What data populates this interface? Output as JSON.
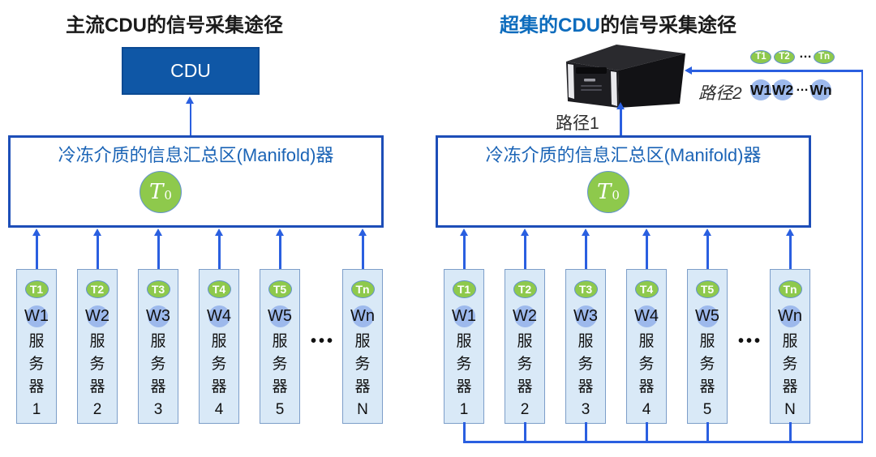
{
  "colors": {
    "line_blue": "#2a5fe0",
    "box_border_blue": "#1d4eb8",
    "cdu_fill": "#0f57a6",
    "cdu_border": "#0b4a93",
    "manifold_text_blue": "#1b64b6",
    "title_highlight_blue": "#0d6cbd",
    "sensor_green": "#8ec94c",
    "sensor_green_border": "#6393cc",
    "w_badge_blue": "#9db9ec",
    "column_fill": "#d9e9f7",
    "column_border": "#7d9ec9",
    "text_dark": "#1a1a1a"
  },
  "left": {
    "title": "主流CDU的信号采集途径",
    "cdu_label": "CDU",
    "manifold_label": "冷冻介质的信息汇总区(Manifold)器",
    "t0_base": "T",
    "t0_sub": "0",
    "ellipsis": "•••",
    "servers": [
      {
        "t": "T1",
        "w": "W1",
        "name": "服务器1"
      },
      {
        "t": "T2",
        "w": "W2",
        "name": "服务器2"
      },
      {
        "t": "T3",
        "w": "W3",
        "name": "服务器3"
      },
      {
        "t": "T4",
        "w": "W4",
        "name": "服务器4"
      },
      {
        "t": "T5",
        "w": "W5",
        "name": "服务器5"
      },
      {
        "t": "Tn",
        "w": "Wn",
        "name": "服务器N"
      }
    ]
  },
  "right": {
    "title_highlight": "超集的CDU",
    "title_rest": "的信号采集途径",
    "manifold_label": "冷冻介质的信息汇总区(Manifold)器",
    "t0_base": "T",
    "t0_sub": "0",
    "ellipsis": "•••",
    "path1_label": "路径1",
    "path2_label": "路径2",
    "top_t_labels": [
      "T1",
      "T2",
      "Tn"
    ],
    "top_w_labels": [
      "W1",
      "W2",
      "Wn"
    ],
    "top_dots": "…",
    "servers": [
      {
        "t": "T1",
        "w": "W1",
        "name": "服务器1"
      },
      {
        "t": "T2",
        "w": "W2",
        "name": "服务器2"
      },
      {
        "t": "T3",
        "w": "W3",
        "name": "服务器3"
      },
      {
        "t": "T4",
        "w": "W4",
        "name": "服务器4"
      },
      {
        "t": "T5",
        "w": "W5",
        "name": "服务器5"
      },
      {
        "t": "Tn",
        "w": "Wn",
        "name": "服务器N"
      }
    ]
  }
}
